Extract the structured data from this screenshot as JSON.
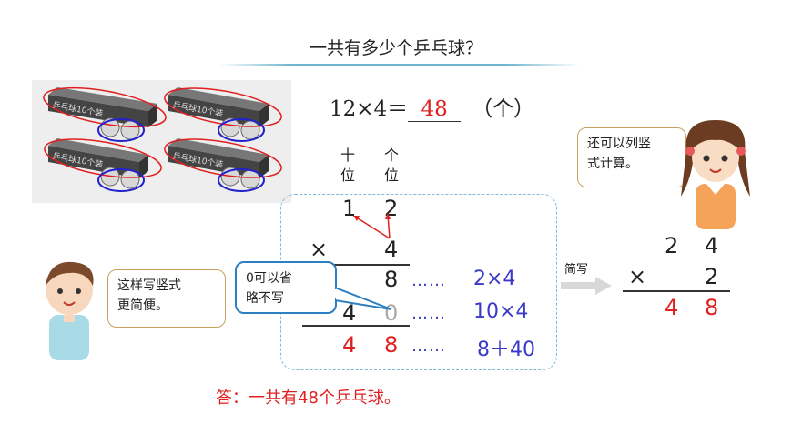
{
  "title": "一共有多少个乒乓球？",
  "equation": {
    "left": "12×4＝",
    "answer": "48",
    "unit": "（个）"
  },
  "place_labels": {
    "tens": [
      "十",
      "位"
    ],
    "ones": [
      "个",
      "位"
    ]
  },
  "vertical_calc": {
    "top_tens": "1",
    "top_ones": "2",
    "times": "×",
    "multiplier": "4",
    "partial1": "8",
    "partial2_tens": "4",
    "partial2_ones": "0",
    "result_tens": "4",
    "result_ones": "8"
  },
  "annotations": [
    {
      "dots": "……",
      "expr": "2×4"
    },
    {
      "dots": "……",
      "expr": "10×4"
    },
    {
      "dots": "……",
      "expr": "8＋40"
    }
  ],
  "callout_zero": [
    "0可以省",
    "略不写"
  ],
  "boy_speech": [
    "这样写竖式",
    "更简便。"
  ],
  "girl_speech": [
    "还可以列竖",
    "式计算。"
  ],
  "shorthand_label": "简写",
  "short_calc": {
    "top_tens": "2",
    "top_ones": "4",
    "times": "×",
    "multiplier": "2",
    "result_tens": "4",
    "result_ones": "8"
  },
  "box_label": "乒乓球10个装",
  "final_answer": "答：一共有48个乒乓球。",
  "colors": {
    "answer_red": "#e02020",
    "annotation_blue": "#3a3ac8",
    "callout_border": "#2c7fc2",
    "dashed_border": "#7fb8d8"
  }
}
